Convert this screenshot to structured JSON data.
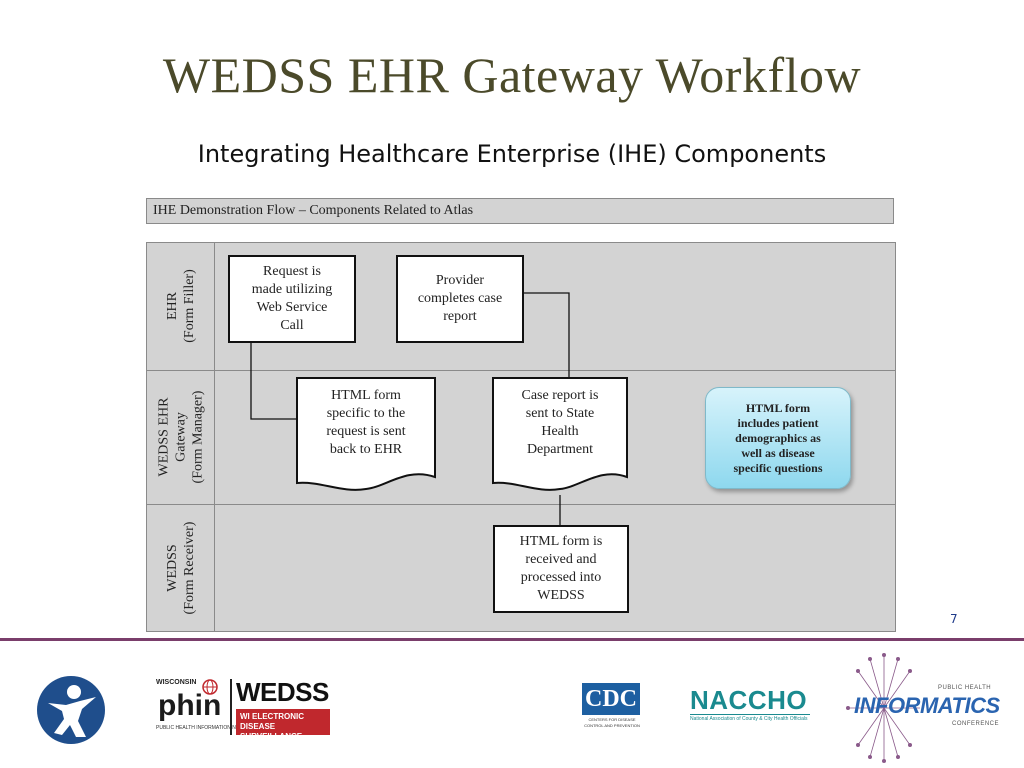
{
  "slide": {
    "title": "WEDSS EHR Gateway Workflow",
    "subtitle": "Integrating Healthcare Enterprise (IHE) Components",
    "page_number": "7"
  },
  "diagram": {
    "header": "IHE Demonstration Flow – Components Related to Atlas",
    "lanes": [
      {
        "line1": "EHR",
        "line2": "(Form Filler)"
      },
      {
        "line1": "WEDSS EHR",
        "line2": "Gateway",
        "line3": "(Form Manager)"
      },
      {
        "line1": "WEDSS",
        "line2": "(Form Receiver)"
      }
    ],
    "nodes": {
      "request": "Request is\nmade utilizing\nWeb Service\nCall",
      "provider": "Provider\ncompletes case\nreport",
      "html_form": "HTML form\nspecific to the\nrequest is sent\nback to EHR",
      "case_report": "Case report is\nsent to State\nHealth\nDepartment",
      "received": "HTML form is\nreceived and\nprocessed into\nWEDSS",
      "callout": "HTML form\nincludes patient\ndemographics as\nwell as disease\nspecific questions"
    }
  },
  "footer": {
    "logos": {
      "phin_top": "WISCONSIN",
      "phin_main": "phin",
      "phin_sub": "PUBLIC HEALTH INFORMATION NETWORK",
      "wedss_main": "WEDSS",
      "wedss_sub1": "WI ELECTRONIC DISEASE",
      "wedss_sub2": "SURVEILLANCE SYSTEM",
      "cdc_main": "CDC",
      "cdc_sub1": "CENTERS FOR DISEASE",
      "cdc_sub2": "CONTROL AND PREVENTION",
      "naccho_main": "NACCHO",
      "naccho_sub": "National Association of County & City Health Officials",
      "phi_top": "PUBLIC HEALTH",
      "phi_main": "INFORMATICS",
      "phi_sub": "CONFERENCE"
    },
    "colors": {
      "footer_line": "#7a3e6b",
      "title": "#4b4a2a",
      "wi_logo_blue": "#1f4e8c",
      "cdc_blue": "#1d5fa1",
      "naccho_teal": "#1a8a8f",
      "phi_blue": "#2a64b0"
    }
  }
}
